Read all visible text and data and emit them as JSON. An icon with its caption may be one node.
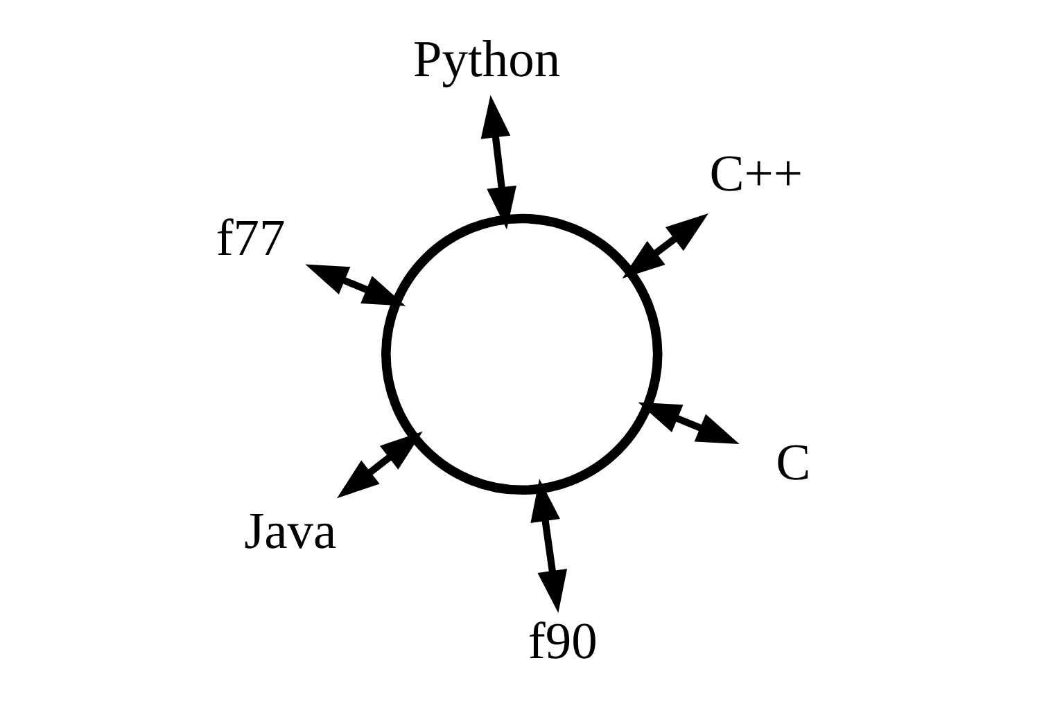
{
  "diagram": {
    "nodes": [
      {
        "text": [
          "f77"
        ]
      },
      {
        "text": [
          "C"
        ]
      },
      {
        "text": [
          "f90"
        ]
      },
      {
        "text": [],
        "shape": "circle"
      },
      {
        "text": [
          "C++"
        ]
      },
      {
        "text": [
          "Python"
        ]
      },
      {
        "text": [
          "Java"
        ]
      }
    ],
    "edges": [
      {
        "from": 3,
        "to": 0,
        "arrow": "both"
      },
      {
        "from": 3,
        "to": 1,
        "arrow": "both"
      },
      {
        "from": 3,
        "to": 2,
        "arrow": "both"
      },
      {
        "from": 3,
        "to": 4,
        "arrow": "both"
      },
      {
        "from": 3,
        "to": 5,
        "arrow": "both"
      },
      {
        "from": 3,
        "to": 6,
        "arrow": "both"
      }
    ]
  }
}
